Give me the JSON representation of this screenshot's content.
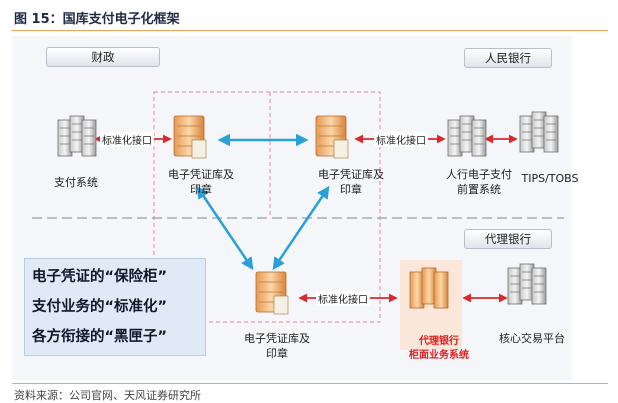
{
  "figure_title": "图 15：国库支付电子化框架",
  "source_note": "资料来源：公司官网、天风证券研究所",
  "zones": {
    "finance": "财政",
    "pboc": "人民银行",
    "agent_bank": "代理银行"
  },
  "nodes": {
    "payment_system": "支付系统",
    "voucher_lib_left": [
      "电子凭证库及",
      "印章"
    ],
    "voucher_lib_right": [
      "电子凭证库及",
      "印章"
    ],
    "voucher_lib_bottom": [
      "电子凭证库及",
      "印章"
    ],
    "pboc_front": [
      "人行电子支付",
      "前置系统"
    ],
    "tips_tobs": "TIPS/TOBS",
    "agent_counter": [
      "代理银行",
      "柜面业务系统"
    ],
    "core_trading": "核心交易平台"
  },
  "interface_labels": {
    "top_left": "标准化接口",
    "top_right": "标准化接口",
    "bottom": "标准化接口"
  },
  "callout_lines": [
    "电子凭证的“保险柜”",
    "支付业务的“标准化”",
    "各方衔接的“黑匣子”"
  ],
  "colors": {
    "accent_orange": "#f2a45c",
    "blue_arrow": "#2a9fd8",
    "red_arrow": "#d9292b",
    "dashed_box": "#e58a8a"
  }
}
